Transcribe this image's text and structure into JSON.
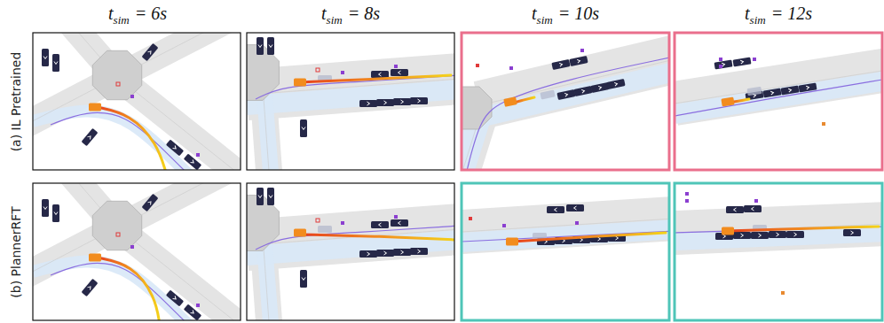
{
  "diagram": {
    "labels": [
      "t",
      "sim",
      "= 6s",
      "t",
      "sim",
      "= 8s",
      "t",
      "sim",
      "= 10s",
      "t",
      "sim",
      "= 12s",
      "(a) IL Pretrained",
      "(b) PlannerRFT"
    ]
  }
}
